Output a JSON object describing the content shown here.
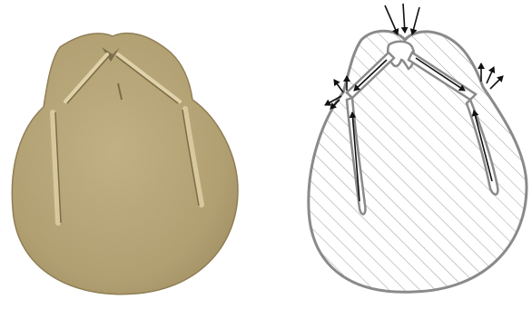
{
  "colors": {
    "background": "#ffffff",
    "specimen_body": "#b9a678",
    "specimen_highlight": "#d2c29a",
    "specimen_shadow": "#8e7c52",
    "diagram_outline": "#8a8a8a",
    "diagram_hatch": "#9a9a9a",
    "arrow": "#111111"
  },
  "photo": {
    "subject": "specimen-photograph"
  },
  "diagram": {
    "fill": "diagonal-hatch",
    "arrows": {
      "top_inflow_count": 3,
      "left_outflow_count": 3,
      "right_outflow_count": 3
    }
  }
}
